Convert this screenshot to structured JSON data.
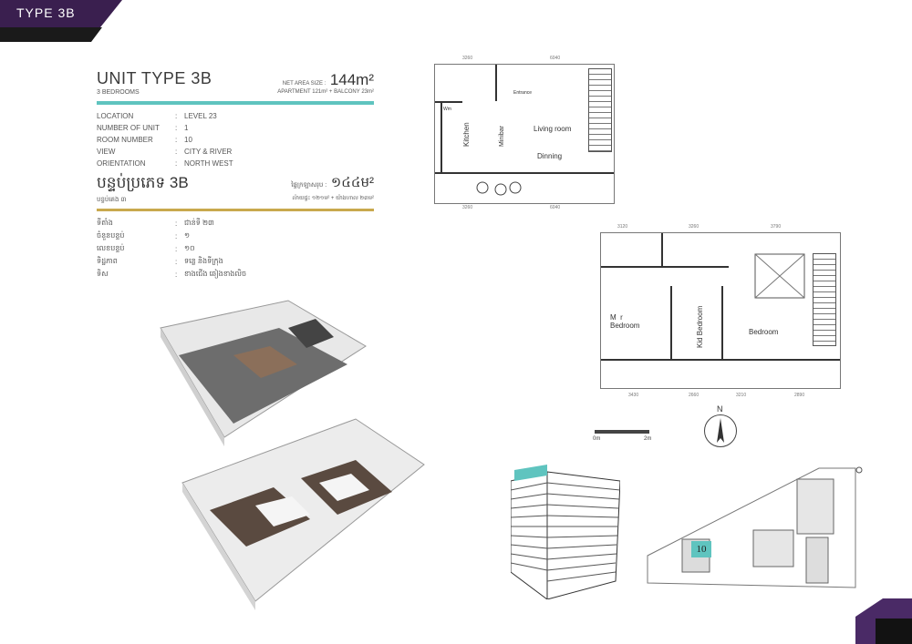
{
  "tab": {
    "label": "TYPE 3B"
  },
  "unit": {
    "title": "UNIT TYPE 3B",
    "bedrooms": "3 BEDROOMS",
    "net_area_label": "NET AREA SIZE :",
    "net_area_value": "144m²",
    "area_detail": "APARTMENT 121m² + BALCONY 23m²"
  },
  "specs": [
    {
      "key": "LOCATION",
      "value": "LEVEL 23"
    },
    {
      "key": "NUMBER OF UNIT",
      "value": "1"
    },
    {
      "key": "ROOM NUMBER",
      "value": "10"
    },
    {
      "key": "VIEW",
      "value": "CITY & RIVER"
    },
    {
      "key": "ORIENTATION",
      "value": "NORTH WEST"
    }
  ],
  "specs_sep": ":",
  "khmer": {
    "title": "បន្ទប់ប្រភេទ 3B",
    "subtitle": "បន្ទប់គេង ៣",
    "area_label": "ផ្ទៃក្រឡាសរុប :",
    "area_value": "១៤៤ម²",
    "area_detail": "ល៉ាយផ្ទះ ១២១ម² + យ៉ាងហាល ២៣ម²",
    "specs": [
      {
        "key": "ទីតាំង",
        "value": "ជាន់ទី ២៣"
      },
      {
        "key": "ចំនួនបន្ទប់",
        "value": "១"
      },
      {
        "key": "លេខបន្ទប់",
        "value": "១០"
      },
      {
        "key": "ទិដ្ឋភាព",
        "value": "ទន្លេ និងទីក្រុង"
      },
      {
        "key": "ទិស",
        "value": "ខាងជើង ឆៀងខាងលិច"
      }
    ]
  },
  "upper_plan": {
    "rooms": {
      "kitchen": "Kitchen",
      "minibar": "Minibar",
      "living": "Living room",
      "dining": "Dinning",
      "entrance": "Entrance",
      "wm": "Wm"
    },
    "dims": {
      "top_left": "3260",
      "top_right": "6040",
      "bottom_left": "3260",
      "bottom_right": "6040"
    }
  },
  "lower_plan": {
    "rooms": {
      "master": "M  r\nBedroom",
      "kid": "Kid Bedroom",
      "bedroom": "Bedroom"
    },
    "dims": {
      "t1": "3120",
      "t2": "3260",
      "t3": "3790",
      "b1": "3430",
      "b2": "2660",
      "b3": "3210",
      "b4": "2890"
    }
  },
  "scale": {
    "start": "0m",
    "end": "2m"
  },
  "north": "N",
  "site": {
    "unit_number": "10"
  },
  "colors": {
    "accent_teal": "#5fc4bf",
    "accent_gold": "#c9a94e",
    "brand_purple": "#3a1f4f"
  }
}
